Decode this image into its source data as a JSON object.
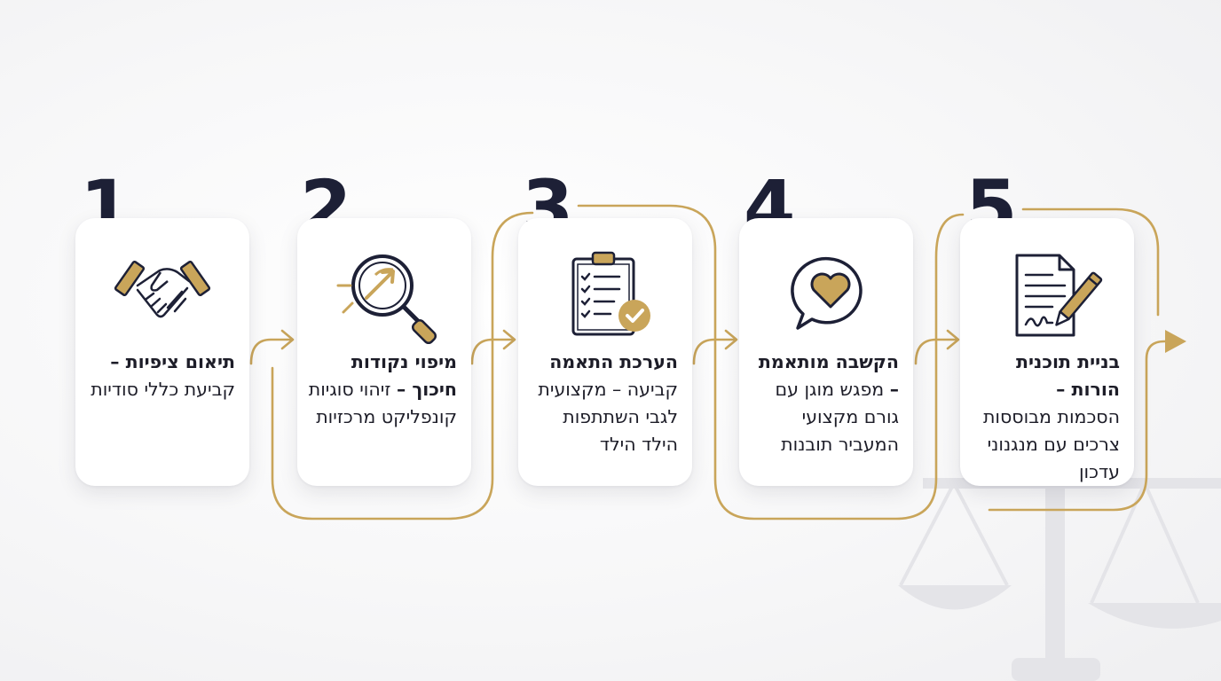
{
  "colors": {
    "navy": "#1d2036",
    "gold": "#c9a55a",
    "ink": "#1d1d28"
  },
  "steps": [
    {
      "number": "1",
      "icon": "handshake-icon",
      "title": "תיאום ציפיות –",
      "description": "קביעת כללי סודיות"
    },
    {
      "number": "2",
      "icon": "magnifier-icon",
      "title": "מיפוי נקודות חיכוך –",
      "description": "זיהוי סוגיות קונפליקט מרכזיות"
    },
    {
      "number": "3",
      "icon": "clipboard-check-icon",
      "title": "הערכת התאמה",
      "description": "קביעה – מקצועית לגבי השתתפות הילד הילד"
    },
    {
      "number": "4",
      "icon": "heart-chat-icon",
      "title": "הקשבה מותאמת –",
      "description": "מפגש מוגן עם גורם מקצועי המעביר תובנות"
    },
    {
      "number": "5",
      "icon": "signed-document-icon",
      "title": "בניית תוכנית הורות –",
      "description": "הסכמות מבוססות צרכים עם מנגנוני עדכון"
    }
  ]
}
